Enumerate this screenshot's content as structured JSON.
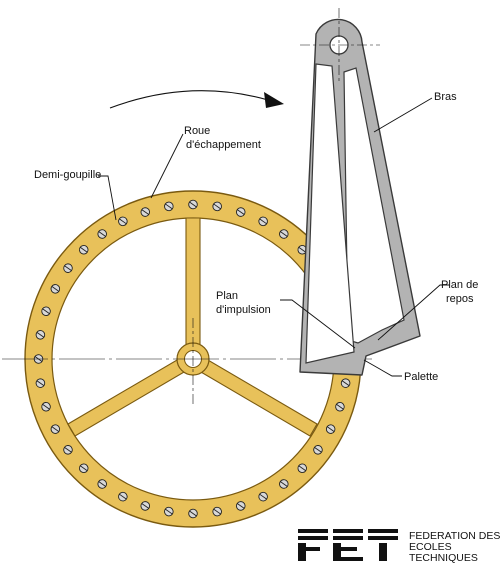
{
  "labels": {
    "demi_goupille": "Demi-goupille",
    "roue_line1": "Roue",
    "roue_line2": "d'échappement",
    "bras": "Bras",
    "plan_repos_line1": "Plan de",
    "plan_repos_line2": "repos",
    "plan_impulsion_line1": "Plan",
    "plan_impulsion_line2": "d'impulsion",
    "palette": "Palette"
  },
  "logo": {
    "line1": "FEDERATION DES",
    "line2": "ECOLES",
    "line3": "TECHNIQUES"
  },
  "colors": {
    "wheel_fill": "#e8c15a",
    "wheel_stroke": "#7a5a10",
    "pin_fill": "#d8d8d8",
    "arm_fill": "#b3b3b3",
    "arm_stroke": "#3a3a3a",
    "logo": "#111111"
  },
  "wheel": {
    "pin_count": 40,
    "spoke_count": 3
  }
}
